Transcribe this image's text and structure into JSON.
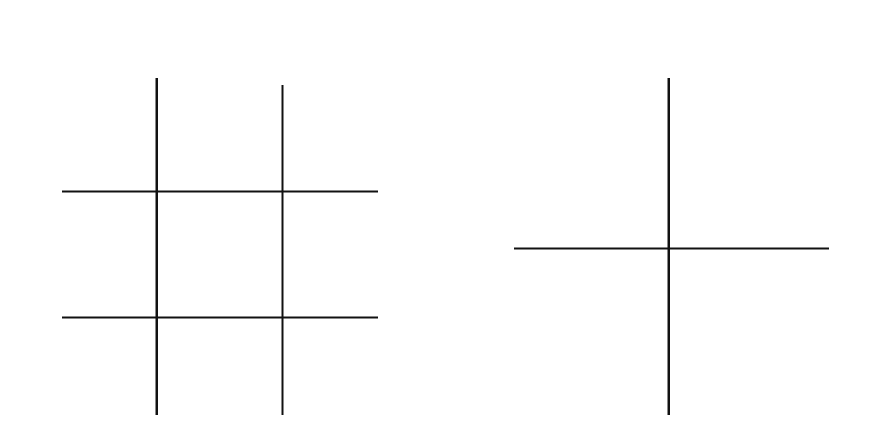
{
  "figure": {
    "panels": [
      {
        "name": "nine-region-division",
        "vertical_lines": 2,
        "horizontal_lines": 2,
        "regions": 9
      },
      {
        "name": "four-quadrant-division",
        "vertical_lines": 1,
        "horizontal_lines": 1,
        "regions": 4
      }
    ],
    "colors": {
      "skin": "#f7dcc4",
      "bone": "#e6e6e0",
      "bone_outline": "#b9b9b2",
      "liver": "#b85a4c",
      "intestine": "#e7a79c",
      "intestine_outline": "#c77f74",
      "stomach": "#f3cfb3",
      "gallbladder": "#8c6a3a",
      "pelvis": "#d5d8dd",
      "bladder": "#f6d3a5",
      "division_line": "#111111"
    }
  }
}
